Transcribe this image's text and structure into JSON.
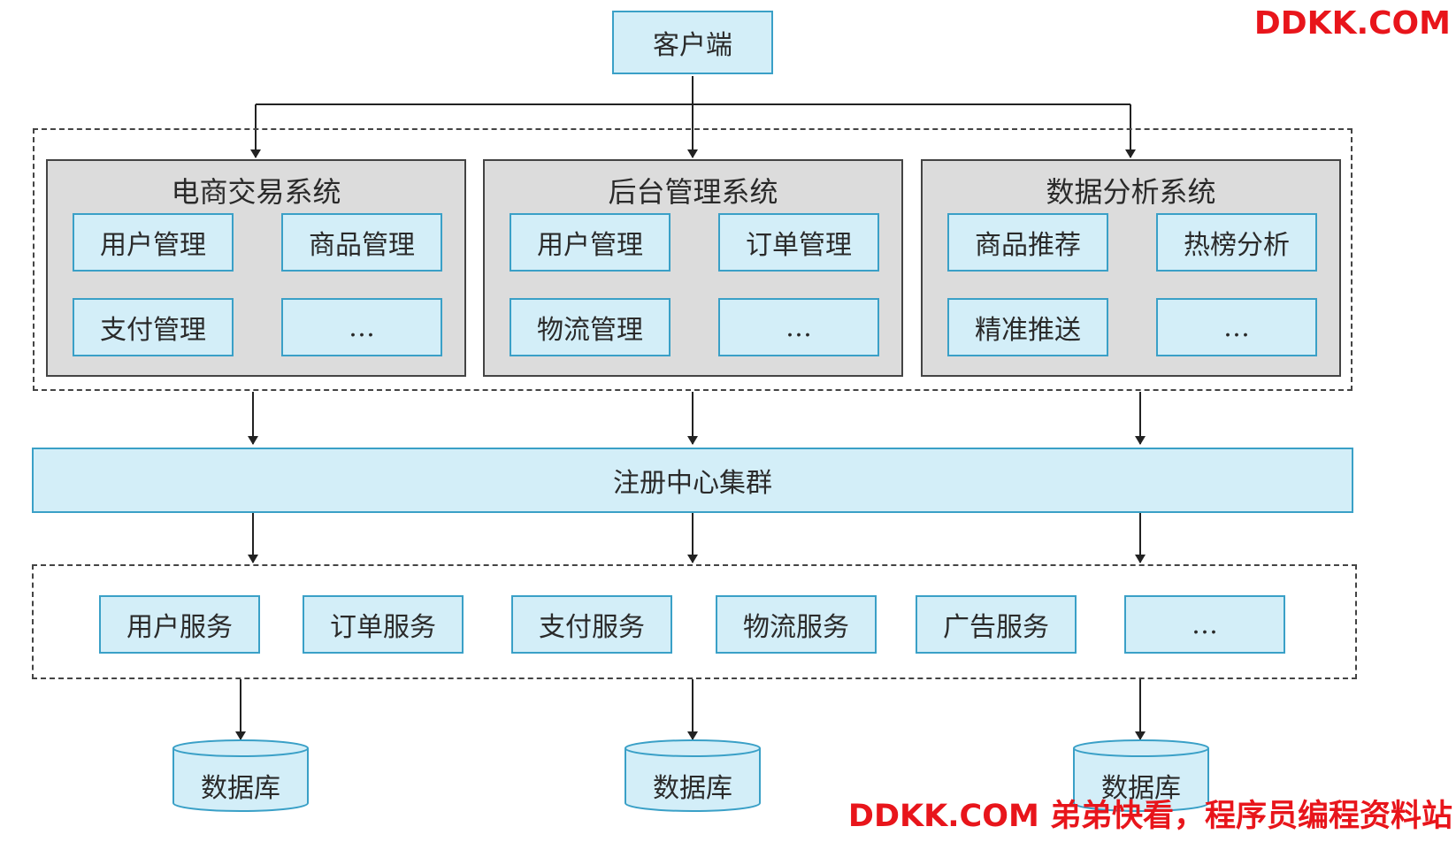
{
  "client": {
    "label": "客户端"
  },
  "systems": [
    {
      "title": "电商交易系统",
      "modules": [
        "用户管理",
        "商品管理",
        "支付管理",
        "…"
      ]
    },
    {
      "title": "后台管理系统",
      "modules": [
        "用户管理",
        "订单管理",
        "物流管理",
        "…"
      ]
    },
    {
      "title": "数据分析系统",
      "modules": [
        "商品推荐",
        "热榜分析",
        "精准推送",
        "…"
      ]
    }
  ],
  "registry": {
    "label": "注册中心集群"
  },
  "services": [
    "用户服务",
    "订单服务",
    "支付服务",
    "物流服务",
    "广告服务",
    "…"
  ],
  "databases": [
    "数据库",
    "数据库",
    "数据库"
  ],
  "watermarks": {
    "top": "DDKK.COM",
    "bottom": "DDKK.COM 弟弟快看，程序员编程资料站"
  },
  "colors": {
    "box_fill": "#d3eef8",
    "box_border": "#3aa0c7",
    "group_fill": "#dcdcdc",
    "watermark": "#e8151b"
  }
}
